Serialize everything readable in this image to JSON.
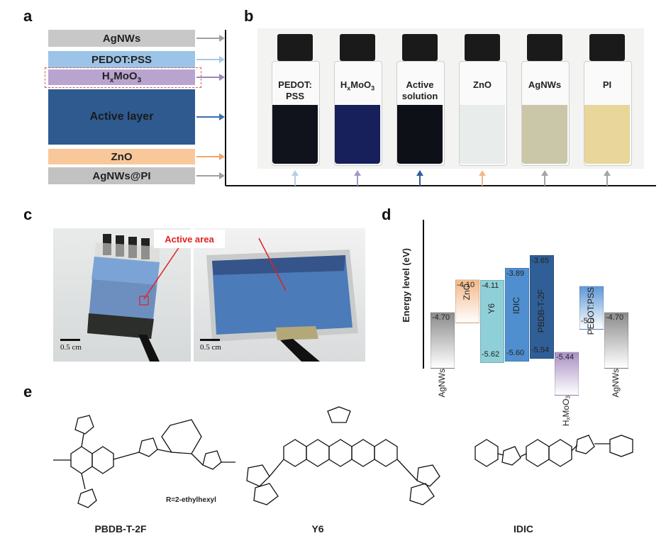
{
  "panels": {
    "a": "a",
    "b": "b",
    "c": "c",
    "d": "d",
    "e": "e"
  },
  "layers": [
    {
      "text": "AgNWs",
      "color": "#c8c8c8",
      "arrow": "#a0a0a0"
    },
    {
      "text": "PEDOT:PSS",
      "color": "#9cc4e8",
      "arrow": "#a9c8e6"
    },
    {
      "text_main": "H",
      "sub": "x",
      "text_rest": "MoO",
      "sub2": "3",
      "color": "#b8a4cf",
      "arrow": "#9f87bf"
    },
    {
      "text": "Active layer",
      "color": "#2e5a90",
      "arrow": "#3a6fb0"
    },
    {
      "text": "ZnO",
      "color": "#f8c89a",
      "arrow": "#f0a670"
    },
    {
      "text": "AgNWs@PI",
      "color": "#c2c2c2",
      "arrow": "#a0a0a0"
    }
  ],
  "vials": [
    {
      "line1": "PEDOT:",
      "line2": "PSS",
      "liquid": "#10131c",
      "arrow": "#b7cde6"
    },
    {
      "line1": "HxMoO3",
      "line2": "",
      "liquid": "#17205a",
      "arrow": "#a897c6"
    },
    {
      "line1": "Active",
      "line2": "solution",
      "liquid": "#0e1018",
      "arrow": "#2f5f9a"
    },
    {
      "line1": "ZnO",
      "line2": "",
      "liquid": "#e8eceb",
      "arrow": "#f2b889"
    },
    {
      "line1": "AgNWs",
      "line2": "",
      "liquid": "#c9c7a8",
      "arrow": "#a5a5a5"
    },
    {
      "line1": "PI",
      "line2": "",
      "liquid": "#e8d69a",
      "arrow": "#a5a5a5"
    }
  ],
  "photo_c": {
    "active_area": "Active area",
    "scale_left": "0.5 cm",
    "scale_right": "0.5 cm"
  },
  "energy": {
    "ylabel": "Energy level (eV)",
    "bars": [
      {
        "name": "AgNWs",
        "top_label": "-4.70",
        "bottom_label": "",
        "color": "#8a8a8a"
      },
      {
        "name": "ZnO",
        "top_label": "-4.10",
        "bottom_label": "",
        "color": "#f4b887"
      },
      {
        "name": "Y6",
        "top_label": "-4.11",
        "bottom_label": "-5.62",
        "color": "#8fcfd8"
      },
      {
        "name": "IDIC",
        "top_label": "-3.89",
        "bottom_label": "-5.60",
        "color": "#4f8fd0"
      },
      {
        "name": "PBDB-T-2F",
        "top_label": "-3.65",
        "bottom_label": "-5.54",
        "color": "#2f5f96"
      },
      {
        "name": "HxMoO3",
        "top_label": "-5.44",
        "bottom_label": "",
        "color": "#a98fc4"
      },
      {
        "name": "PEDOT:PSS",
        "top_label": "-5.0",
        "bottom_label": "",
        "color": "#5d98d6"
      },
      {
        "name": "AgNWs",
        "top_label": "-4.70",
        "bottom_label": "",
        "color": "#8a8a8a"
      }
    ]
  },
  "molecules": [
    {
      "name": "PBDB-T-2F",
      "note": "R=2-ethylhexyl"
    },
    {
      "name": "Y6",
      "note": ""
    },
    {
      "name": "IDIC",
      "note": ""
    }
  ]
}
